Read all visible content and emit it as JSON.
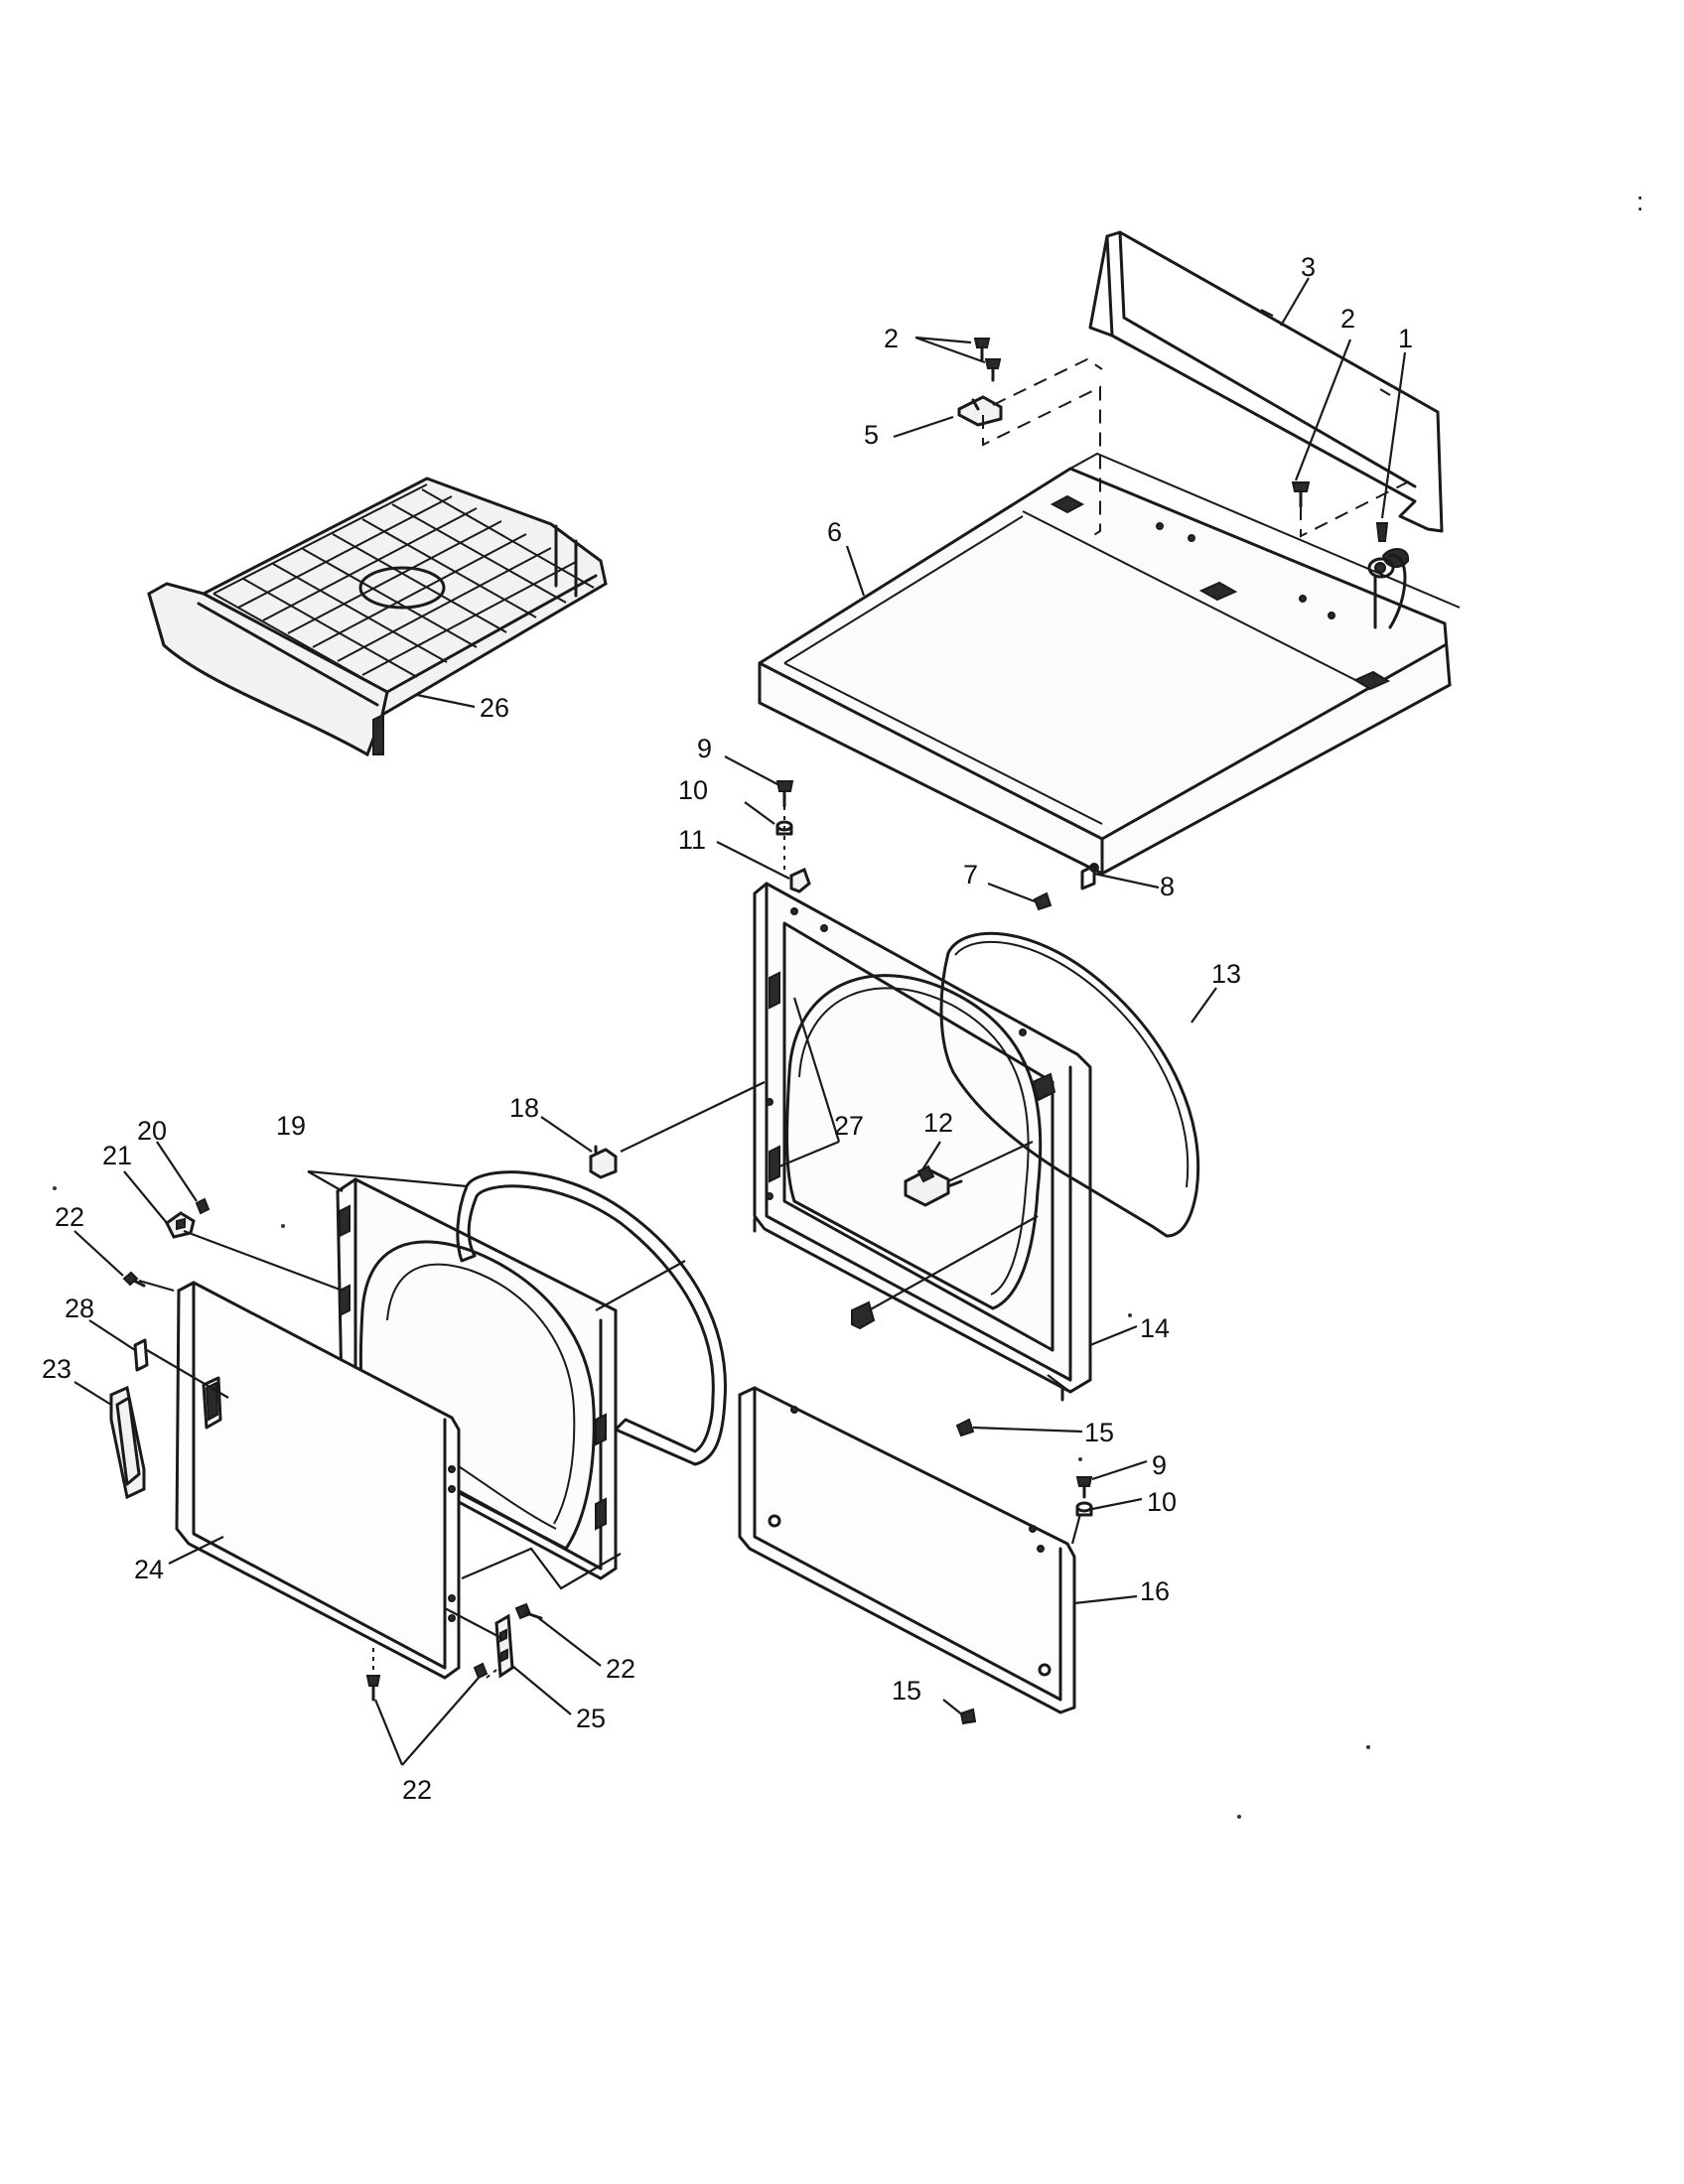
{
  "callouts": [
    {
      "id": "c1",
      "label": "1"
    },
    {
      "id": "c2a",
      "label": "2"
    },
    {
      "id": "c2b",
      "label": "2"
    },
    {
      "id": "c3",
      "label": "3"
    },
    {
      "id": "c5",
      "label": "5"
    },
    {
      "id": "c6",
      "label": "6"
    },
    {
      "id": "c26",
      "label": "26"
    },
    {
      "id": "c9a",
      "label": "9"
    },
    {
      "id": "c10a",
      "label": "10"
    },
    {
      "id": "c11",
      "label": "11"
    },
    {
      "id": "c7",
      "label": "7"
    },
    {
      "id": "c8",
      "label": "8"
    },
    {
      "id": "c13",
      "label": "13"
    },
    {
      "id": "c27",
      "label": "27"
    },
    {
      "id": "c12",
      "label": "12"
    },
    {
      "id": "c18",
      "label": "18"
    },
    {
      "id": "c19",
      "label": "19"
    },
    {
      "id": "c20",
      "label": "20"
    },
    {
      "id": "c21",
      "label": "21"
    },
    {
      "id": "c22a",
      "label": "22"
    },
    {
      "id": "c28",
      "label": "28"
    },
    {
      "id": "c23",
      "label": "23"
    },
    {
      "id": "c24",
      "label": "24"
    },
    {
      "id": "c14",
      "label": "14"
    },
    {
      "id": "c15a",
      "label": "15"
    },
    {
      "id": "c9b",
      "label": "9"
    },
    {
      "id": "c10b",
      "label": "10"
    },
    {
      "id": "c16",
      "label": "16"
    },
    {
      "id": "c15b",
      "label": "15"
    },
    {
      "id": "c22b",
      "label": "22"
    },
    {
      "id": "c25",
      "label": "25"
    },
    {
      "id": "c22c",
      "label": "22"
    }
  ],
  "stray_mark": ":"
}
